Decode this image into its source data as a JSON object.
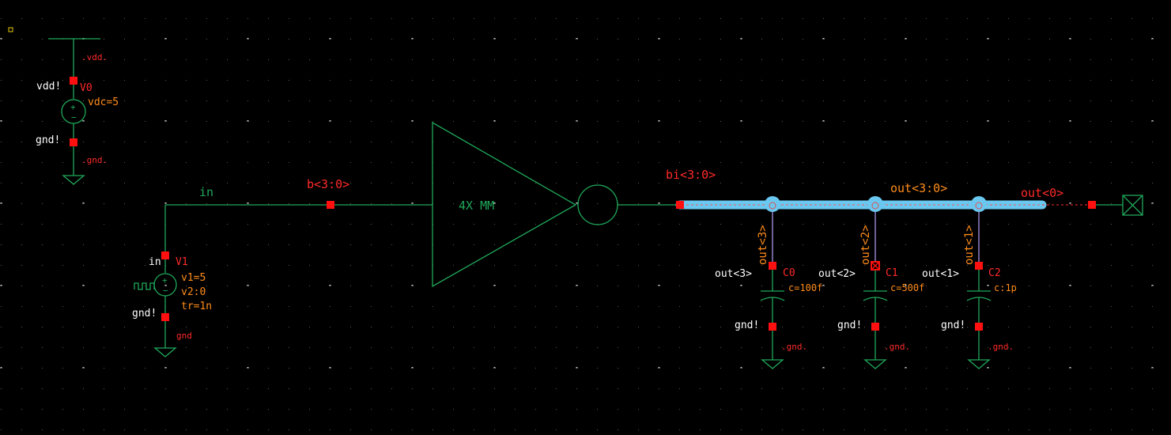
{
  "colors": {
    "background": "#000000",
    "wire": "#1fa85a",
    "pin": "#ff1010",
    "net_label": "#ff2a2a",
    "param_label": "#ff8c1a",
    "highlight": "#6ac8f0",
    "net_text": "#ffffff"
  },
  "sources": {
    "v0": {
      "name": "V0",
      "param": "vdc=5",
      "top_net": "vdd!",
      "top_term": ".vdd.",
      "bottom_net": "gnd!",
      "bottom_term": ".gnd."
    },
    "v1": {
      "name": "V1",
      "params": [
        "v1=5",
        "v2:0",
        "tr=1n"
      ],
      "top_net": "in",
      "bottom_net": "gnd!",
      "bottom_term": "gnd"
    }
  },
  "wires": {
    "input_net": "in",
    "input_bus": "b<3:0>",
    "output_bus": "bi<3:0>",
    "out_bus": "out<3:0>",
    "out0": "out<0>"
  },
  "inverter": {
    "label": "4X MM"
  },
  "capacitors": [
    {
      "name": "C0",
      "value": "c=100f",
      "net": "out<3>",
      "tap": "out<3>",
      "gnd_net": "gnd!",
      "gnd_term": ".gnd."
    },
    {
      "name": "C1",
      "value": "c=500f",
      "net": "out<2>",
      "tap": "out<2>",
      "gnd_net": "gnd!",
      "gnd_term": ".gnd."
    },
    {
      "name": "C2",
      "value": "c:1p",
      "net": "out<1>",
      "tap": "out<1>",
      "gnd_net": "gnd!",
      "gnd_term": ".gnd."
    }
  ]
}
